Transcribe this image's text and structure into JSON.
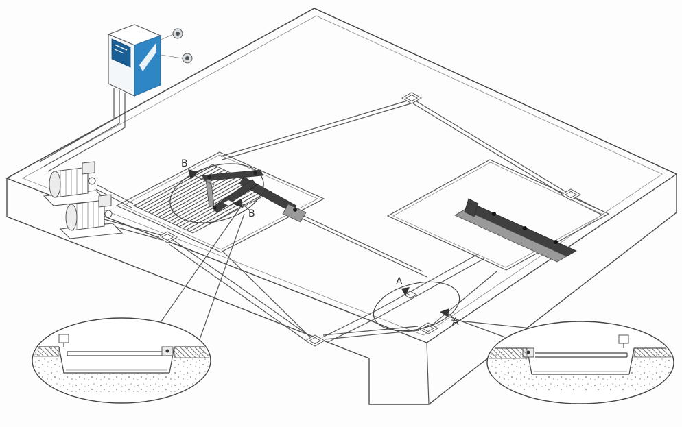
{
  "diagram": {
    "background": "#fdfdfd",
    "line_color": "#555555",
    "dark_fill": "#3f3f3f",
    "accent_blue": "#2E86C5",
    "accent_blue_dark": "#1A5E96",
    "markers": {
      "b1": "B",
      "b2": "B",
      "a1": "A",
      "a2": "A"
    }
  }
}
